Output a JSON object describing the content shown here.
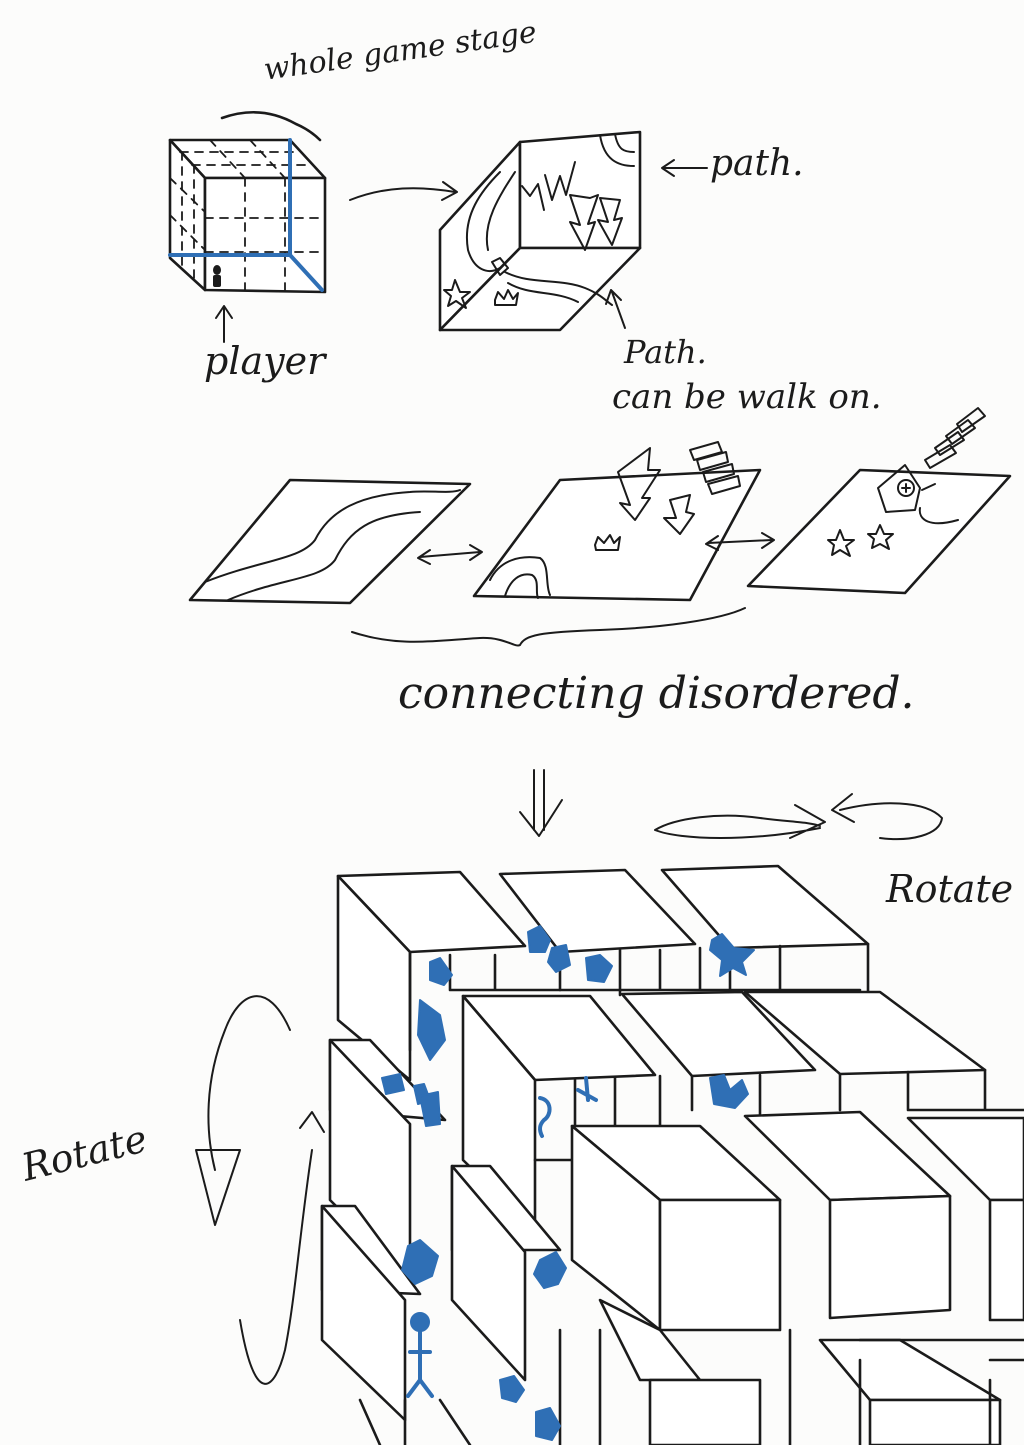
{
  "labels": {
    "whole_game_stage": "whole game stage",
    "path_top": "path.",
    "player": "player",
    "path_bottom": "Path.",
    "can_be_walk_on": "can be walk on.",
    "connecting_disordered": "connecting disordered.",
    "rotate_right": "Rotate",
    "rotate_left": "Rotate"
  },
  "colors": {
    "ink": "#1b1b1b",
    "marker_blue": "#2f6fb5",
    "paper": "#fcfcfb"
  },
  "icons": {
    "player_figure": "stick-figure-icon",
    "trees": "pine-tree-icon",
    "stars": "star-icon",
    "crowns": "crown-icon",
    "house": "house-icon",
    "stairs": "spiral-stair-icon"
  }
}
